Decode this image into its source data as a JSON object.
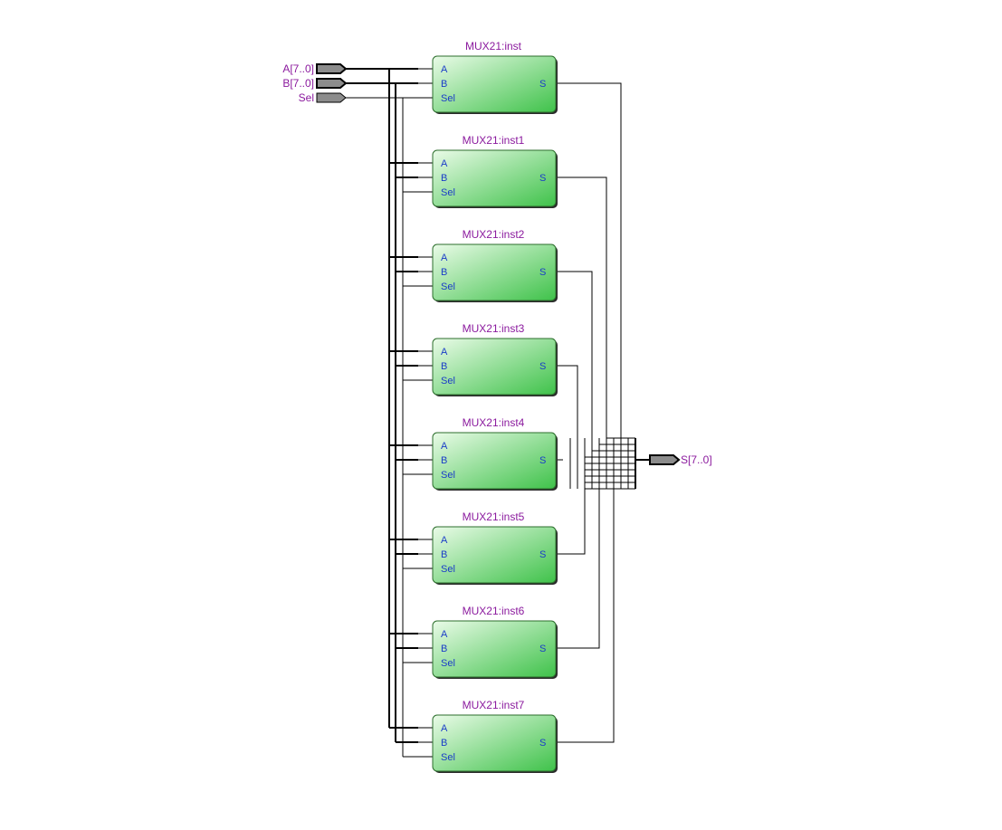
{
  "inputs": [
    {
      "label": "A[7..0]",
      "kind": "bus"
    },
    {
      "label": "B[7..0]",
      "kind": "bus"
    },
    {
      "label": "Sel",
      "kind": "single"
    }
  ],
  "output": {
    "label": "S[7..0]",
    "kind": "bus"
  },
  "instances": [
    {
      "name": "MUX21:inst"
    },
    {
      "name": "MUX21:inst1"
    },
    {
      "name": "MUX21:inst2"
    },
    {
      "name": "MUX21:inst3"
    },
    {
      "name": "MUX21:inst4"
    },
    {
      "name": "MUX21:inst5"
    },
    {
      "name": "MUX21:inst6"
    },
    {
      "name": "MUX21:inst7"
    }
  ],
  "ports": {
    "a": "A",
    "b": "B",
    "sel": "Sel",
    "s": "S"
  },
  "colors": {
    "block_start": "#eafbe8",
    "block_end": "#3fc24a",
    "block_stroke": "#2c6e2c",
    "label_purple": "#8B1A9E",
    "port_blue": "#1a3cc8",
    "pin_fill": "#8c8c8c",
    "wire": "#000000"
  }
}
